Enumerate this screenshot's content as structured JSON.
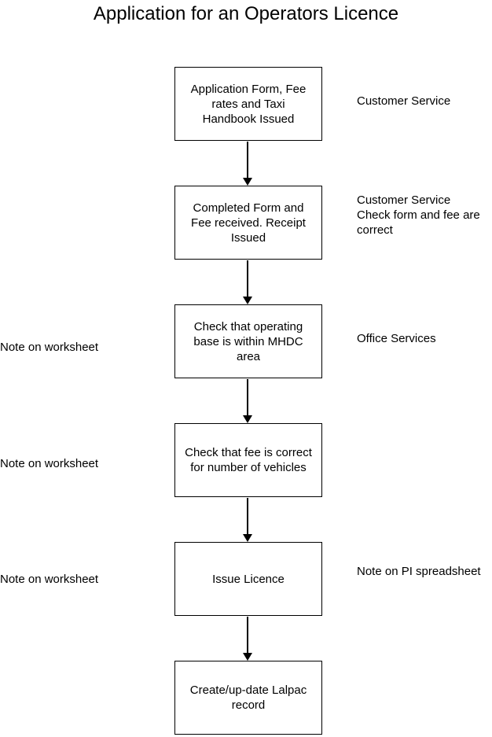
{
  "title": "Application for an Operators Licence",
  "steps": [
    {
      "lines": [
        "Application Form, Fee",
        "rates and Taxi",
        "Handbook Issued"
      ],
      "right_lines": [
        "Customer Service"
      ],
      "left_lines": []
    },
    {
      "lines": [
        "Completed Form and",
        "Fee received. Receipt",
        "Issued"
      ],
      "right_lines": [
        "Customer Service",
        "Check form and fee are",
        "correct"
      ],
      "left_lines": []
    },
    {
      "lines": [
        "Check that operating",
        "base is within MHDC",
        "area"
      ],
      "right_lines": [
        "Office Services"
      ],
      "left_lines": [
        "Note on worksheet"
      ]
    },
    {
      "lines": [
        "Check that fee is correct",
        "for number of vehicles"
      ],
      "right_lines": [],
      "left_lines": [
        "Note on worksheet"
      ]
    },
    {
      "lines": [
        "Issue Licence"
      ],
      "right_lines": [
        "Note on PI spreadsheet"
      ],
      "left_lines": [
        "Note on worksheet"
      ]
    },
    {
      "lines": [
        "Create/up-date Lalpac",
        "record"
      ],
      "right_lines": [],
      "left_lines": []
    }
  ]
}
